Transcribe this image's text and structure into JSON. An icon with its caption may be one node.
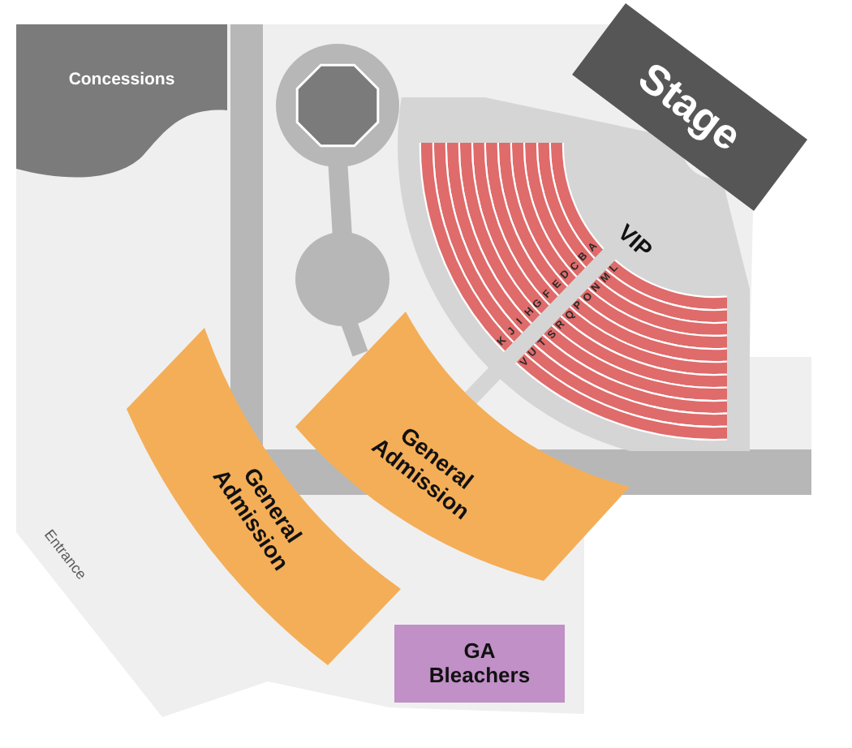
{
  "diagram": {
    "nodes": [
      {
        "text": [
          "Concessions"
        ]
      },
      {
        "text": [
          "Stage"
        ]
      },
      {
        "text": [
          "VIP"
        ]
      },
      {
        "text": [
          "General Admission"
        ]
      },
      {
        "text": [
          "General Admission"
        ]
      },
      {
        "text": [
          "GA Bleachers"
        ]
      }
    ],
    "labels": [
      "A",
      "B",
      "C",
      "D",
      "E",
      "F",
      "G",
      "H",
      "I",
      "J",
      "K",
      "L",
      "M",
      "N",
      "O",
      "P",
      "Q",
      "R",
      "S",
      "T",
      "U",
      "V",
      "Entrance"
    ]
  }
}
